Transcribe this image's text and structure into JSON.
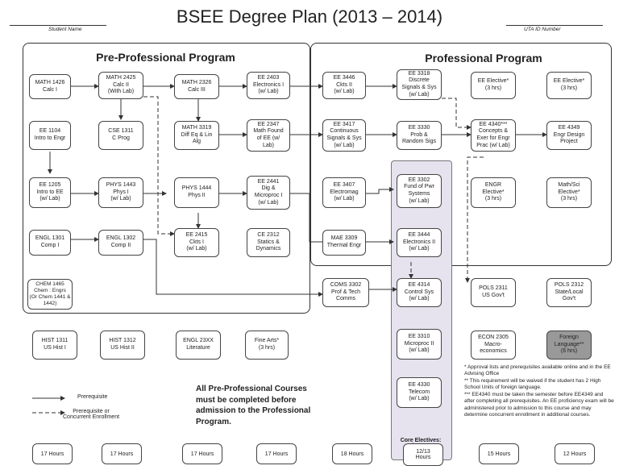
{
  "header": {
    "title": "BSEE Degree Plan (2013 – 2014)",
    "student_name_label": "Student Name",
    "uta_id_label": "UTA ID Number"
  },
  "panels": {
    "pre_professional": "Pre-Professional Program",
    "professional": "Professional Program",
    "core_electives": "Core Electives:\nChoose 2"
  },
  "courses": {
    "math1426": "MATH 1426\nCalc I",
    "math2425": "MATH 2425\nCalc II\n(With Lab)",
    "math2326": "MATH 2326\nCalc III",
    "ee2403": "EE 2403\nElectronics I\n(w/ Lab)",
    "ee3446": "EE 3446\nCkts II\n(w/ Lab)",
    "ee3318": "EE 3318\nDiscrete\nSignals & Sys\n(w/ Lab)",
    "ee_elective1": "EE Elective*\n(3 hrs)",
    "ee_elective2": "EE Elective*\n(3 hrs)",
    "ee1104": "EE 1104\nIntro to Engr",
    "cse1311": "CSE 1311\nC Prog",
    "math3319": "MATH 3319\nDiff Eq & Lin\nAlg",
    "ee2347": "EE 2347\nMath Found\nof EE (w/\nLab)",
    "ee3417": "EE 3417\nContinuous\nSignals & Sys\n(w/ Lab)",
    "ee3330": "EE 3330\nProb &\nRandom Sigs",
    "ee4340": "EE 4340***\nConcepts &\nExer for Engr\nPrac (w/ Lab)",
    "ee4349": "EE 4349\nEngr Design\nProject",
    "ee1205": "EE 1205\nIntro to EE\n(w/ Lab)",
    "phys1443": "PHYS 1443\nPhys I\n(w/ Lab)",
    "phys1444": "PHYS 1444\nPhys II",
    "ee2441": "EE 2441\nDig &\nMicroproc I\n(w/ Lab)",
    "ee3407": "EE 3407\nElectromag\n(w/ Lab)",
    "ee3302": "EE 3302\nFund of Pwr\nSystems\n(w/ Lab)",
    "engr_elective": "ENGR\nElective*\n(3 hrs)",
    "mathsci_elective": "Math/Sci\nElective*\n(3 hrs)",
    "engl1301": "ENGL 1301\nComp I",
    "engl1302": "ENGL 1302\nComp II",
    "ee2415": "EE 2415\nCkts I\n(w/ Lab)",
    "ce2312": "CE 2312\nStatics &\nDynamics",
    "mae3309": "MAE 3309\nThermal Engr",
    "ee3444": "EE 3444\nElectronics II\n(w/ Lab)",
    "chem1465": "CHEM 1465\nChem : Engrs\n(Or Chem 1441 &\n1442)",
    "coms3302": "COMS 3302\nProf & Tech\nComms",
    "ee4314": "EE 4314\nControl Sys\n(w/ Lab)",
    "pols2311": "POLS 2311\nUS Gov't",
    "pols2312": "POLS 2312\nState/Local\nGov't",
    "hist1311": "HIST 1311\nUS Hist I",
    "hist1312": "HIST 1312\nUS Hist II",
    "engl23xx": "ENGL 23XX\nLiterature",
    "fine_arts": "Fine Arts*\n(3 hrs)",
    "ee3310": "EE 3310\nMicroproc II\n(w/ Lab)",
    "econ2305": "ECON 2305\nMacro-\neconomics",
    "foreign_lang": "Foreign\nLanguage**\n(6 hrs)",
    "ee4330": "EE 4330\nTelecom\n(w/ Lab)"
  },
  "legend": {
    "prerequisite": "Prerequisite",
    "concurrent": "Prerequisite or\nConcurrent Enrollment"
  },
  "big_note": "All Pre-Professional Courses must be completed before admission to the Professional Program.",
  "footnotes": [
    "* Approval lists and prerequisites available online and in the EE Advising Office",
    "** This requirement will be waived if the student has 2 High School Units of foreign language.",
    "*** EE4340 must be taken the semester before EE4349 and after completing all prerequisites. An EE proficiency exam will be administered prior to admission to this course and may determine concurrent enrollment in additional courses."
  ],
  "semester_hours": [
    "17 Hours",
    "17 Hours",
    "17 Hours",
    "17 Hours",
    "18 Hours",
    "12/13\nHours",
    "15 Hours",
    "12 Hours"
  ]
}
